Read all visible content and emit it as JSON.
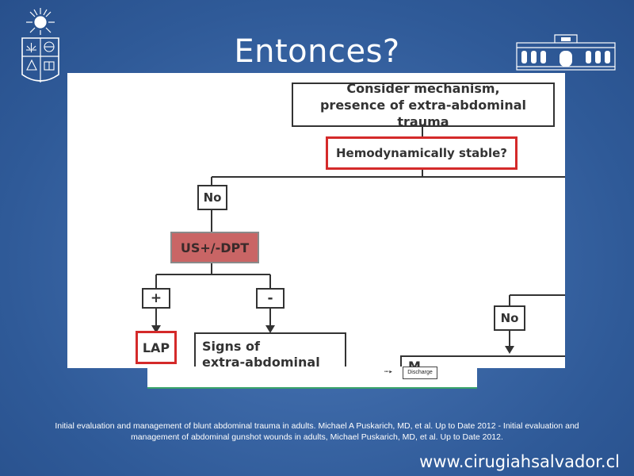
{
  "slide": {
    "title": "Entonces?",
    "website": "www.cirugiahsalvador.cl",
    "citation": "Initial evaluation and management of blunt abdominal trauma in adults. Michael A Puskarich, MD, et al. Up to Date 2012 -  Initial evaluation and management of abdominal gunshot wounds in adults, Michael Puskarich, MD, et al. Up to Date 2012."
  },
  "logos": {
    "left": "university-crest-icon",
    "right": "building-facade-icon"
  },
  "flowchart": {
    "mechanism": {
      "line1": "Consider mechanism,",
      "line2": "presence of extra-abdominal trauma"
    },
    "hemodynamic": "Hemodynamically stable?",
    "no_left": "No",
    "us_dpt": "US+/-DPT",
    "plus": "+",
    "minus": "-",
    "lap": "LAP",
    "signs": {
      "line1": "Signs of",
      "line2": "extra-abdominal"
    },
    "no_right": "No",
    "cut_box_text": "M",
    "discharge": "Discharge"
  },
  "colors": {
    "background": "#3d69a8",
    "highlight_border": "#d42a2a",
    "us_dpt_fill": "#c96565",
    "green_line": "#3aa36b"
  }
}
